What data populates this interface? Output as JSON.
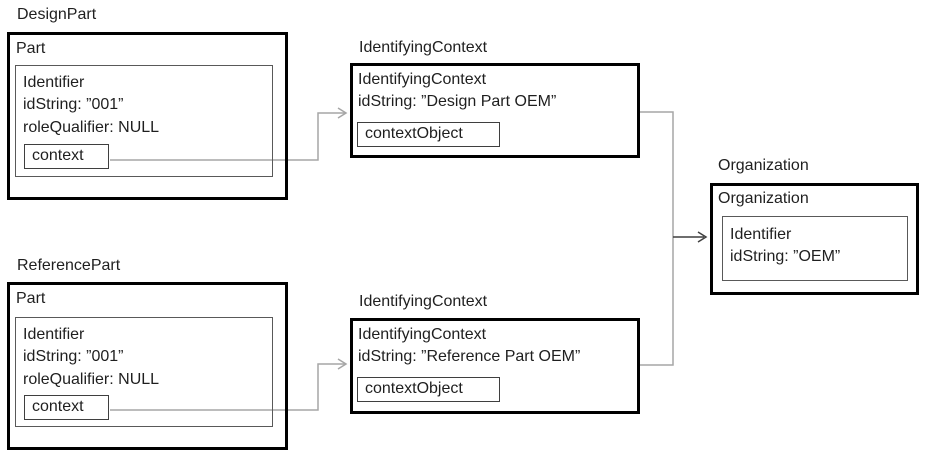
{
  "design_part": {
    "label": "DesignPart",
    "title": "Part",
    "identifier": {
      "title": "Identifier",
      "id_string": "idString: ”001”",
      "role_qualifier": "roleQualifier: NULL"
    },
    "context_field": "context"
  },
  "design_identifying_context": {
    "label": "IdentifyingContext",
    "title": "IdentifyingContext",
    "id_string": "idString: ”Design Part OEM”",
    "context_object_field": "contextObject"
  },
  "reference_part": {
    "label": "ReferencePart",
    "title": "Part",
    "identifier": {
      "title": "Identifier",
      "id_string": "idString: ”001”",
      "role_qualifier": "roleQualifier: NULL"
    },
    "context_field": "context"
  },
  "reference_identifying_context": {
    "label": "IdentifyingContext",
    "title": "IdentifyingContext",
    "id_string": "idString: ”Reference Part OEM”",
    "context_object_field": "contextObject"
  },
  "organization": {
    "label": "Organization",
    "title": "Organization",
    "identifier": {
      "title": "Identifier",
      "id_string": "idString: ”OEM”"
    }
  },
  "relations": [
    {
      "from": "design_part.context_field",
      "to": "design_identifying_context"
    },
    {
      "from": "reference_part.context_field",
      "to": "reference_identifying_context"
    },
    {
      "from": "design_identifying_context.context_object_field",
      "to": "organization"
    },
    {
      "from": "reference_identifying_context.context_object_field",
      "to": "organization"
    }
  ],
  "colors": {
    "background": "#ffffff",
    "outer_border": "#000000",
    "inner_border": "#595959",
    "connector": "#a6a6a6",
    "arrow": "#3f3f3f",
    "text": "#1f1f1f"
  }
}
